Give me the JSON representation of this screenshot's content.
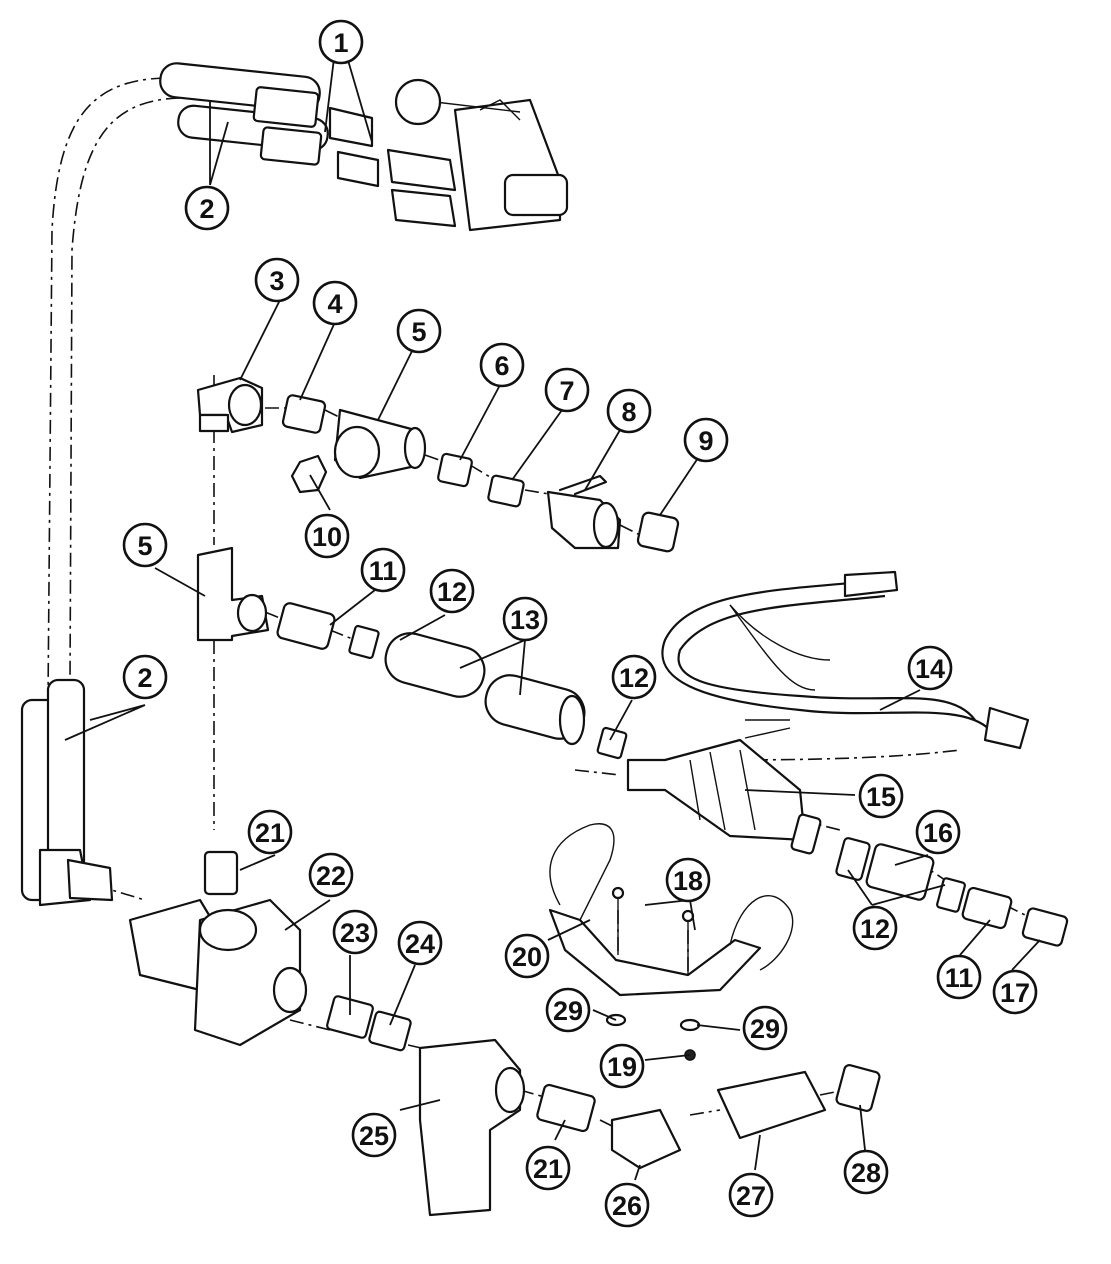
{
  "callouts": [
    {
      "id": "c1",
      "number": "1"
    },
    {
      "id": "c2a",
      "number": "2"
    },
    {
      "id": "c3",
      "number": "3"
    },
    {
      "id": "c4",
      "number": "4"
    },
    {
      "id": "c5a",
      "number": "5"
    },
    {
      "id": "c6",
      "number": "6"
    },
    {
      "id": "c7",
      "number": "7"
    },
    {
      "id": "c8",
      "number": "8"
    },
    {
      "id": "c9",
      "number": "9"
    },
    {
      "id": "c10",
      "number": "10"
    },
    {
      "id": "c5b",
      "number": "5"
    },
    {
      "id": "c11a",
      "number": "11"
    },
    {
      "id": "c12a",
      "number": "12"
    },
    {
      "id": "c13",
      "number": "13"
    },
    {
      "id": "c14",
      "number": "14"
    },
    {
      "id": "c2b",
      "number": "2"
    },
    {
      "id": "c12b",
      "number": "12"
    },
    {
      "id": "c15",
      "number": "15"
    },
    {
      "id": "c16",
      "number": "16"
    },
    {
      "id": "c21a",
      "number": "21"
    },
    {
      "id": "c22",
      "number": "22"
    },
    {
      "id": "c18",
      "number": "18"
    },
    {
      "id": "c23",
      "number": "23"
    },
    {
      "id": "c24",
      "number": "24"
    },
    {
      "id": "c20",
      "number": "20"
    },
    {
      "id": "c12c",
      "number": "12"
    },
    {
      "id": "c11b",
      "number": "11"
    },
    {
      "id": "c17",
      "number": "17"
    },
    {
      "id": "c29a",
      "number": "29"
    },
    {
      "id": "c29b",
      "number": "29"
    },
    {
      "id": "c19",
      "number": "19"
    },
    {
      "id": "c25",
      "number": "25"
    },
    {
      "id": "c21b",
      "number": "21"
    },
    {
      "id": "c26",
      "number": "26"
    },
    {
      "id": "c27",
      "number": "27"
    },
    {
      "id": "c28",
      "number": "28"
    }
  ]
}
